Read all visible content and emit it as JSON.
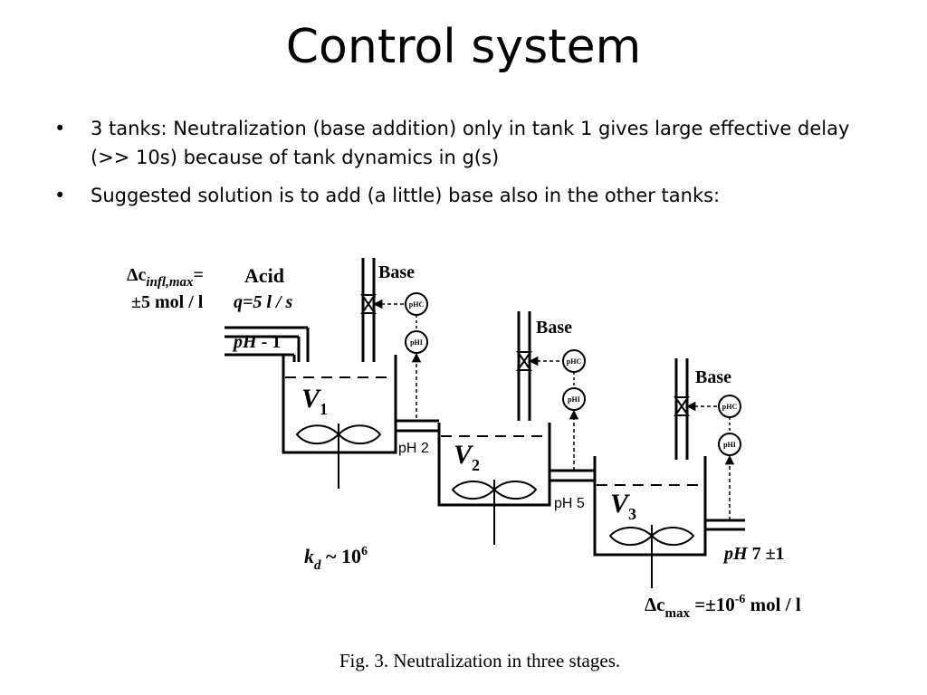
{
  "slide": {
    "title": "Control system",
    "bullets": [
      "3 tanks: Neutralization (base addition) only in tank 1 gives large effective delay (>> 10s) because of tank dynamics in g(s)",
      "Suggested solution is to add (a little) base also in the other tanks:"
    ]
  },
  "diagram": {
    "acid_label": "Acid",
    "disturbance_symbol": "Δc",
    "disturbance_sub": "infl,max",
    "disturbance_eq": "=",
    "disturbance_value": "±5 mol / l",
    "flow_label": "q=5 l / s",
    "inlet_ph_a": "pH",
    "inlet_ph_b": " - 1",
    "base_labels": [
      "Base",
      "Base",
      "Base"
    ],
    "controller_tag": "pHC",
    "indicator_tag": "pHI",
    "tanks": [
      {
        "name": "V",
        "sub": "1"
      },
      {
        "name": "V",
        "sub": "2"
      },
      {
        "name": "V",
        "sub": "3"
      }
    ],
    "interstage_ph": [
      "pH 2",
      "pH 5"
    ],
    "outlet_ph_a": "pH",
    "outlet_ph_b": " 7 ±1",
    "kd_a": "k",
    "kd_sub": "d",
    "kd_b": " ~ 10",
    "kd_exp": "6",
    "dcmax_symbol": "Δc",
    "dcmax_sub": "max",
    "dcmax_eq": " =±10",
    "dcmax_exp": "-6",
    "dcmax_unit": " mol / l",
    "caption": "Fig. 3.  Neutralization in three stages."
  }
}
